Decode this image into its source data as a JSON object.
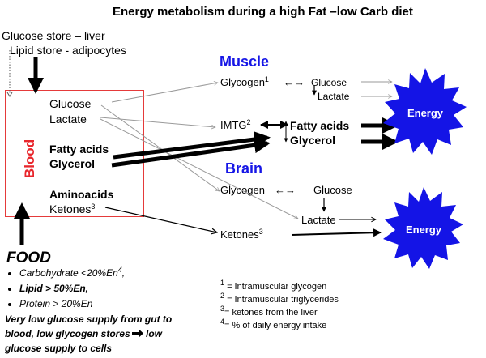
{
  "title": "Energy metabolism during a high Fat –low Carb diet",
  "stores": {
    "glucose": "Glucose store – liver",
    "lipid": "Lipid store - adipocytes"
  },
  "blood": {
    "label": "Blood",
    "glucose": "Glucose",
    "lactate": "Lactate",
    "fatty_acids": "Fatty acids",
    "glycerol": "Glycerol",
    "aminoacids": "Aminoacids",
    "ketones": "Ketones",
    "ketones_sup": "3"
  },
  "muscle": {
    "heading": "Muscle",
    "glycogen": "Glycogen",
    "glycogen_sup": "1",
    "exchange": "←→",
    "glucose": "Glucose",
    "lactate": "Lactate",
    "imtg": "IMTG",
    "imtg_sup": "2",
    "fatty_acids": "Fatty acids",
    "glycerol": "Glycerol"
  },
  "brain": {
    "heading": "Brain",
    "glycogen": "Glycogen",
    "exchange": "←→",
    "glucose": "Glucose",
    "lactate": "Lactate",
    "ketones": "Ketones",
    "ketones_sup": "3"
  },
  "energy": {
    "muscle": "Energy",
    "brain": "Energy"
  },
  "food": {
    "heading": "FOOD",
    "items": [
      {
        "text": "Carbohydrate <20%En",
        "sup": "4",
        "suffix": ","
      },
      {
        "text": "Lipid > 50%En,",
        "sup": "",
        "suffix": ""
      },
      {
        "text": "Protein > 20%En",
        "sup": "",
        "suffix": ""
      }
    ],
    "summary_1": "Very low glucose supply from gut to",
    "summary_2a": "blood, low glycogen stores",
    "summary_2b": " low",
    "summary_3": "glucose supply to cells"
  },
  "footnotes": [
    {
      "sup": "1",
      "text": " = Intramuscular glycogen"
    },
    {
      "sup": "2",
      "text": " = Intramuscular triglycerides"
    },
    {
      "sup": "3",
      "text": "= ketones from the liver"
    },
    {
      "sup": "4",
      "text": "= % of daily energy intake"
    }
  ],
  "colors": {
    "blood_red": "#e8262c",
    "heading_blue": "#1616e6",
    "burst_blue": "#1414e6"
  }
}
